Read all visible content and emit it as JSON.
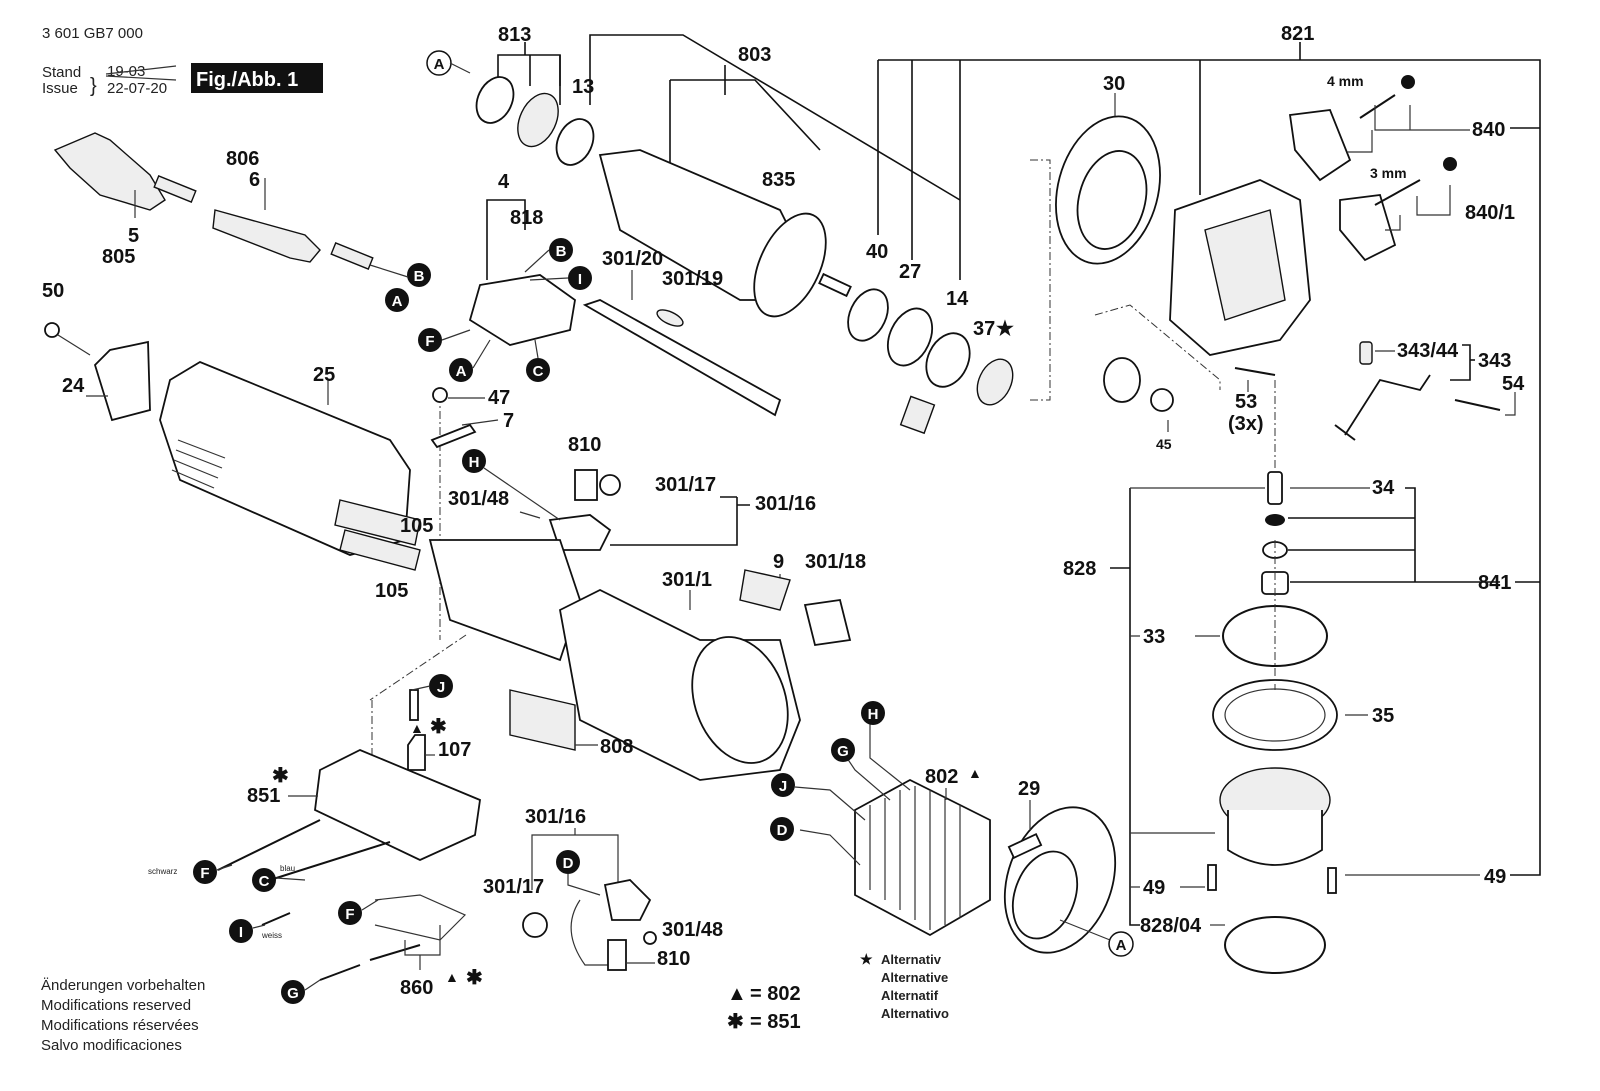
{
  "header": {
    "doc_number": "3 601 GB7 000",
    "stand_label": "Stand",
    "issue_label": "Issue",
    "old_date": "19-03",
    "issue_date": "22-07-20",
    "figure_label": "Fig./Abb. 1"
  },
  "part_labels": {
    "p813": "813",
    "p13": "13",
    "p803": "803",
    "p835": "835",
    "p821": "821",
    "p30": "30",
    "p40": "40",
    "p27": "27",
    "p14": "14",
    "p37": "37",
    "p840": "840",
    "p840_1": "840/1",
    "p4mm": "4 mm",
    "p3mm": "3 mm",
    "p806": "806",
    "p6": "6",
    "p5": "5",
    "p805": "805",
    "p4": "4",
    "p818": "818",
    "p301_20": "301/20",
    "p301_19": "301/19",
    "p50": "50",
    "p24": "24",
    "p25": "25",
    "p47": "47",
    "p7": "7",
    "p810a": "810",
    "p301_17a": "301/17",
    "p301_16a": "301/16",
    "p301_48a": "301/48",
    "p105a": "105",
    "p105b": "105",
    "p301_1": "301/1",
    "p9": "9",
    "p301_18": "301/18",
    "p343_44": "343/44",
    "p343": "343",
    "p54": "54",
    "p53": "53",
    "p53_qty": "(3x)",
    "p45": "45",
    "p34": "34",
    "p828": "828",
    "p841": "841",
    "p33": "33",
    "p35": "35",
    "p49a": "49",
    "p49b": "49",
    "p828_04": "828/04",
    "p107": "107",
    "p851": "851",
    "p808": "808",
    "p802": "802",
    "p29": "29",
    "p301_16b": "301/16",
    "p301_17b": "301/17",
    "p301_48b": "301/48",
    "p810b": "810",
    "p860": "860"
  },
  "connector_badges": {
    "A": "A",
    "B": "B",
    "C": "C",
    "D": "D",
    "F": "F",
    "G": "G",
    "H": "H",
    "I": "I",
    "J": "J"
  },
  "wire_colors": {
    "black": "schwarz",
    "blue": "blau",
    "white": "weiss"
  },
  "symbols": {
    "triangle": "▲",
    "asterisk": "✱",
    "star": "★"
  },
  "legend": {
    "triangle_ref": "= 802",
    "asterisk_ref": "= 851",
    "alternative": [
      "Alternativ",
      "Alternative",
      "Alternatif",
      "Alternativo"
    ]
  },
  "footer": {
    "modifications": [
      "Änderungen vorbehalten",
      "Modifications reserved",
      "Modifications réservées",
      "Salvo modificaciones"
    ]
  }
}
